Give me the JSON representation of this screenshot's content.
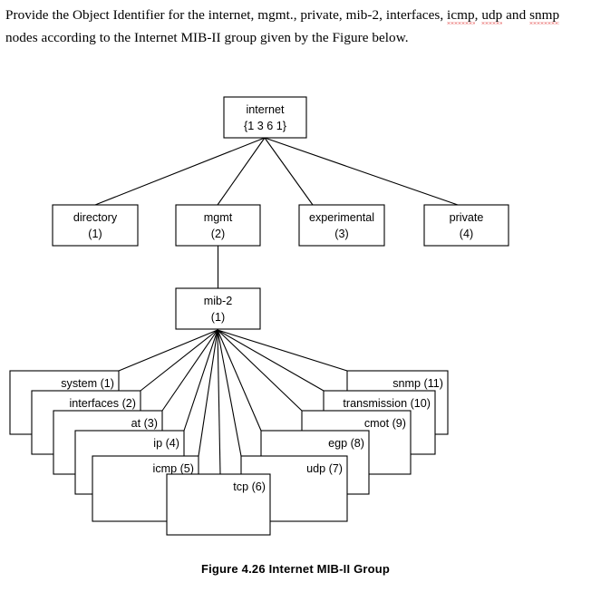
{
  "prompt": {
    "line1_a": "Provide the Object Identifier for the internet, mgmt., private, mib-2, interfaces, ",
    "line1_misspelled": "icmp",
    "line1_b": ",",
    "line2_misspelled_a": "udp",
    "line2_mid": " and ",
    "line2_misspelled_b": "snmp",
    "line2_b": " nodes according to the Internet MIB-II group given by the Figure below."
  },
  "caption": "Figure 4.26  Internet MIB-II Group",
  "colors": {
    "ink": "#000000",
    "paper": "#ffffff",
    "spellcheck_underline": "#e03030"
  },
  "diagram": {
    "root": {
      "label": "internet",
      "oid": "{1 3 6 1}"
    },
    "level2": [
      {
        "label": "directory",
        "number": "(1)"
      },
      {
        "label": "mgmt",
        "number": "(2)"
      },
      {
        "label": "experimental",
        "number": "(3)"
      },
      {
        "label": "private",
        "number": "(4)"
      }
    ],
    "level3": {
      "label": "mib-2",
      "number": "(1)"
    },
    "mib2_children": [
      {
        "label": "system (1)"
      },
      {
        "label": "interfaces (2)"
      },
      {
        "label": "at (3)"
      },
      {
        "label": "ip (4)"
      },
      {
        "label": "icmp (5)"
      },
      {
        "label": "tcp (6)"
      },
      {
        "label": "udp (7)"
      },
      {
        "label": "egp (8)"
      },
      {
        "label": "cmot (9)"
      },
      {
        "label": "transmission (10)"
      },
      {
        "label": "snmp (11)"
      }
    ]
  }
}
